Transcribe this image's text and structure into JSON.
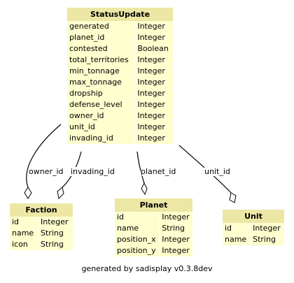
{
  "entities": {
    "status_update": {
      "name": "StatusUpdate",
      "columns": [
        {
          "name": "generated",
          "type": "Integer"
        },
        {
          "name": "planet_id",
          "type": "Integer"
        },
        {
          "name": "contested",
          "type": "Boolean"
        },
        {
          "name": "total_territories",
          "type": "Integer"
        },
        {
          "name": "min_tonnage",
          "type": "Integer"
        },
        {
          "name": "max_tonnage",
          "type": "Integer"
        },
        {
          "name": "dropship",
          "type": "Integer"
        },
        {
          "name": "defense_level",
          "type": "Integer"
        },
        {
          "name": "owner_id",
          "type": "Integer"
        },
        {
          "name": "unit_id",
          "type": "Integer"
        },
        {
          "name": "invading_id",
          "type": "Integer"
        }
      ]
    },
    "faction": {
      "name": "Faction",
      "columns": [
        {
          "name": "id",
          "type": "Integer"
        },
        {
          "name": "name",
          "type": "String"
        },
        {
          "name": "icon",
          "type": "String"
        }
      ]
    },
    "planet": {
      "name": "Planet",
      "columns": [
        {
          "name": "id",
          "type": "Integer"
        },
        {
          "name": "name",
          "type": "String"
        },
        {
          "name": "position_x",
          "type": "Integer"
        },
        {
          "name": "position_y",
          "type": "Integer"
        }
      ]
    },
    "unit": {
      "name": "Unit",
      "columns": [
        {
          "name": "id",
          "type": "Integer"
        },
        {
          "name": "name",
          "type": "String"
        }
      ]
    }
  },
  "relations": {
    "owner_id": "owner_id",
    "invading_id": "invading_id",
    "planet_id": "planet_id",
    "unit_id": "unit_id"
  },
  "footer": "generated by sadisplay v0.3.8dev",
  "colors": {
    "header_bg": "#ece7a5",
    "body_bg": "#fefece",
    "line": "#000000"
  }
}
